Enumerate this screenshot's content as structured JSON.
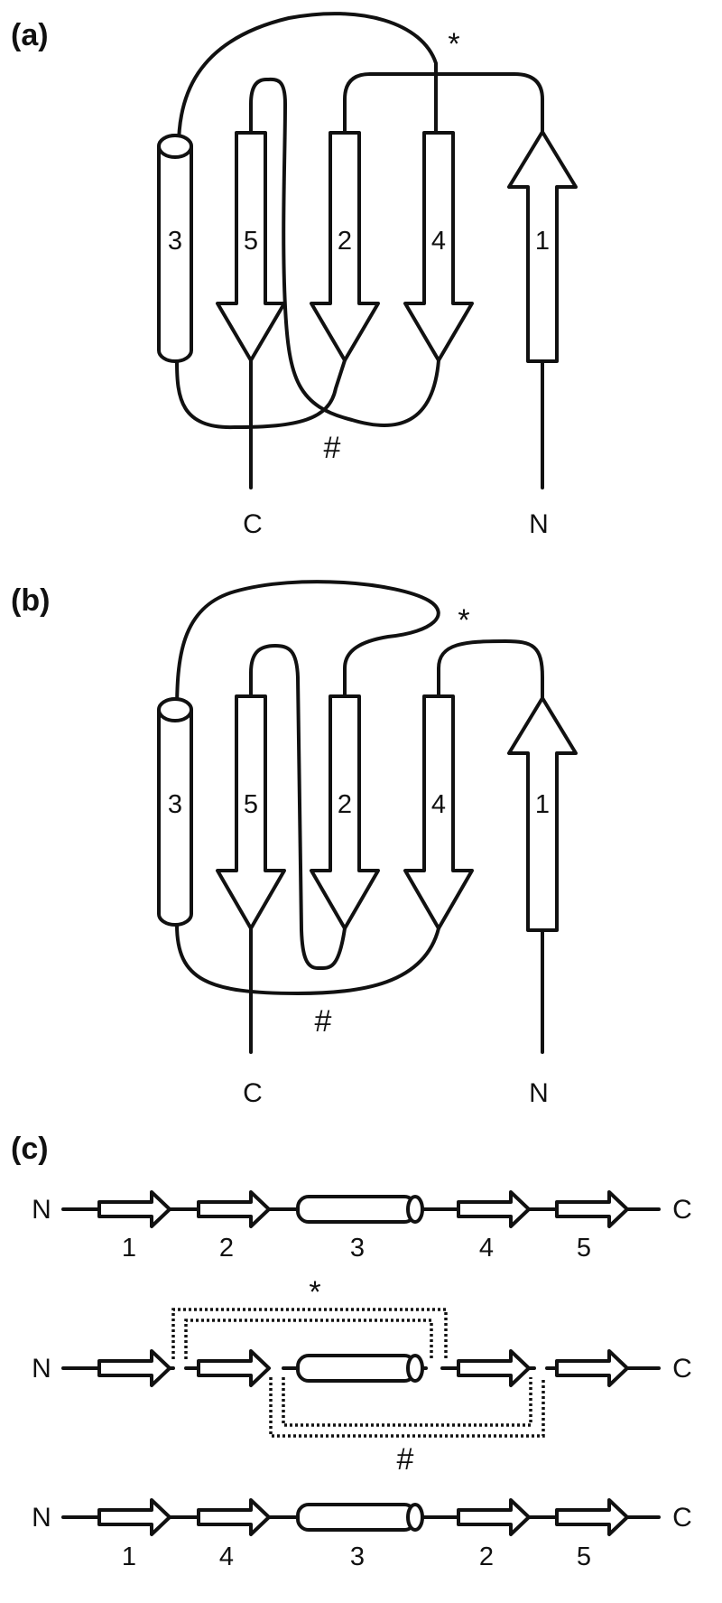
{
  "panels": {
    "a": {
      "label": "(a)",
      "elements": [
        "3",
        "5",
        "2",
        "4",
        "1"
      ],
      "star": "*",
      "hash": "#",
      "c_term": "C",
      "n_term": "N"
    },
    "b": {
      "label": "(b)",
      "elements": [
        "3",
        "5",
        "2",
        "4",
        "1"
      ],
      "star": "*",
      "hash": "#",
      "c_term": "C",
      "n_term": "N"
    },
    "c": {
      "label": "(c)",
      "row1": {
        "n": "N",
        "c": "C",
        "numbers": [
          "1",
          "2",
          "3",
          "4",
          "5"
        ]
      },
      "row2": {
        "n": "N",
        "c": "C",
        "star": "*",
        "hash": "#"
      },
      "row3": {
        "n": "N",
        "c": "C",
        "numbers": [
          "1",
          "4",
          "3",
          "2",
          "5"
        ]
      }
    }
  }
}
